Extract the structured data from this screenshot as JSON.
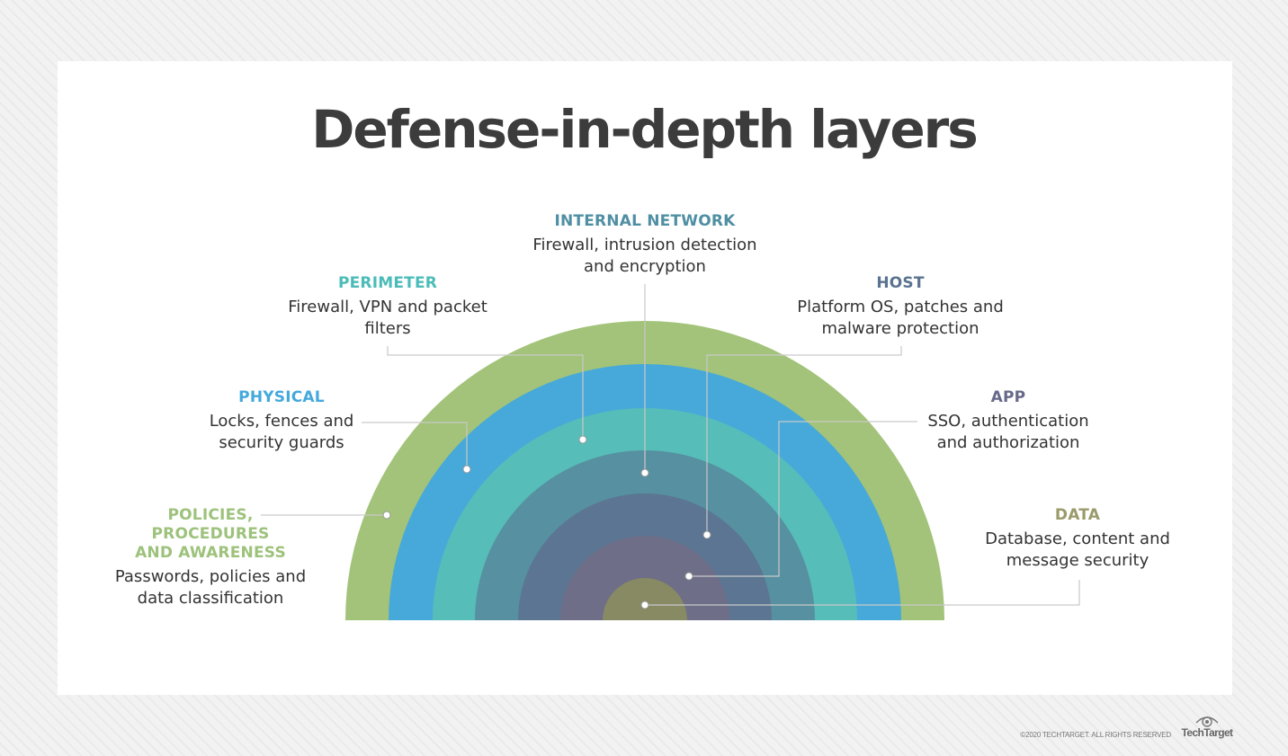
{
  "title": "Defense-in-depth layers",
  "colors": {
    "policies": "#a2c379",
    "physical": "#47a9d9",
    "perimeter": "#56bdb9",
    "internal_network": "#5790a0",
    "host": "#5b7592",
    "app": "#6e6e88",
    "data": "#878a63",
    "label_policies": "#9dc27b",
    "label_physical": "#44a9dc",
    "label_perimeter": "#4bbcb8",
    "label_internal_network": "#4f8fa3",
    "label_host": "#5a7390",
    "label_app": "#67698a",
    "label_data": "#9a9a6a"
  },
  "layers": {
    "internal_network": {
      "name": "INTERNAL NETWORK",
      "desc_lines": [
        "Firewall, intrusion detection",
        "and encryption"
      ]
    },
    "perimeter": {
      "name": "PERIMETER",
      "desc_lines": [
        "Firewall, VPN and packet",
        "filters"
      ]
    },
    "host": {
      "name": "HOST",
      "desc_lines": [
        "Platform OS, patches and",
        "malware protection"
      ]
    },
    "physical": {
      "name": "PHYSICAL",
      "desc_lines": [
        "Locks, fences and",
        "security guards"
      ]
    },
    "app": {
      "name": "APP",
      "desc_lines": [
        "SSO, authentication",
        "and authorization"
      ]
    },
    "policies": {
      "name_lines": [
        "POLICIES,",
        "PROCEDURES",
        "AND AWARENESS"
      ],
      "desc_lines": [
        "Passwords, policies and",
        "data classification"
      ]
    },
    "data": {
      "name": "DATA",
      "desc_lines": [
        "Database, content and",
        "message security"
      ]
    }
  },
  "footer": {
    "copyright": "©2020 TECHTARGET. ALL RIGHTS RESERVED",
    "brand": "TechTarget"
  }
}
